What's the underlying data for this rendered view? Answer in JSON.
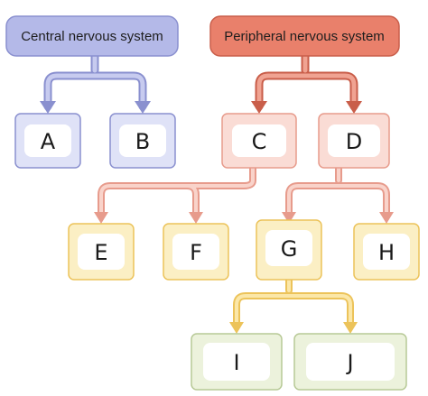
{
  "diagram": {
    "colors": {
      "blue_fill": "#b4b9e8",
      "blue_stroke": "#8a90cf",
      "blue_box_fill": "#dfe2f7",
      "red_fill": "#e9806b",
      "red_stroke": "#c95e4a",
      "red_box_fill": "#fadcd5",
      "yellow_fill": "#fbefc4",
      "yellow_stroke": "#ecc35a",
      "green_fill": "#ecf2dc",
      "green_stroke": "#b7c996",
      "inner_fill": "#ffffff"
    },
    "headers": {
      "central": "Central nervous system",
      "peripheral": "Peripheral nervous system"
    },
    "nodes": {
      "a": "A",
      "b": "B",
      "c": "C",
      "d": "D",
      "e": "E",
      "f": "F",
      "g": "G",
      "h": "H",
      "i": "I",
      "j": "J"
    }
  }
}
